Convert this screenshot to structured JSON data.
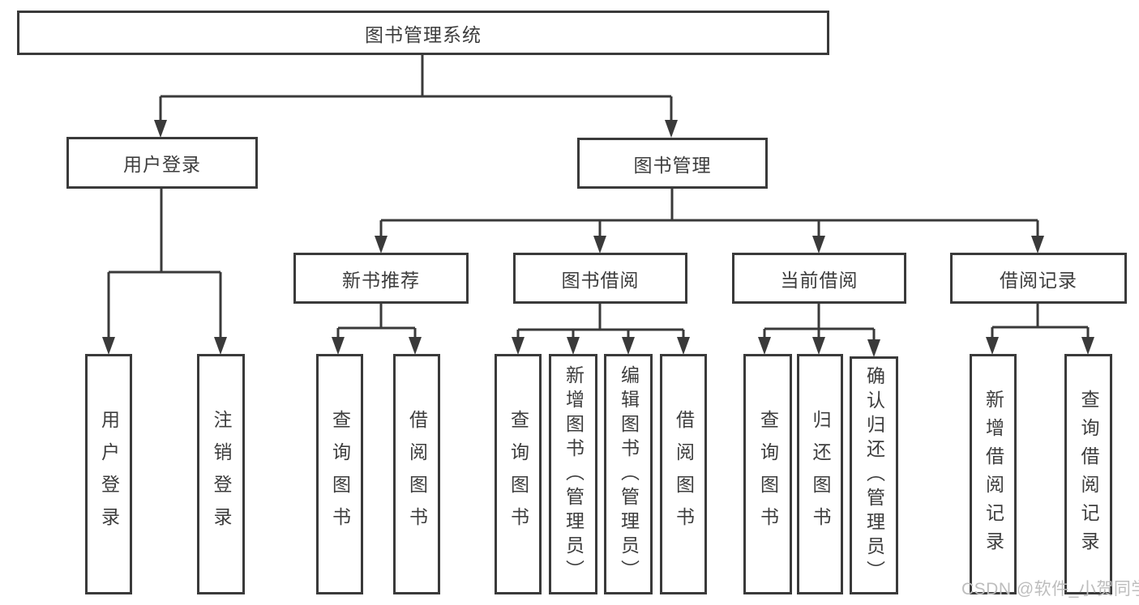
{
  "diagram": {
    "type": "hierarchy-tree",
    "nodes": {
      "root": "图书管理系统",
      "user_login_group": "用户登录",
      "book_mgmt_group": "图书管理",
      "new_book_rec": "新书推荐",
      "book_borrow": "图书借阅",
      "current_borrow": "当前借阅",
      "borrow_records": "借阅记录",
      "leaf_user_login": "用户登录",
      "leaf_logout": "注销登录",
      "leaf_query_book_1": "查询图书",
      "leaf_borrow_book_1": "借阅图书",
      "leaf_query_book_2": "查询图书",
      "leaf_add_book_admin": "新增图书（管理员）",
      "leaf_edit_book_admin": "编辑图书（管理员）",
      "leaf_borrow_book_2": "借阅图书",
      "leaf_query_book_3": "查询图书",
      "leaf_return_book": "归还图书",
      "leaf_confirm_return_admin": "确认归还（管理员）",
      "leaf_add_borrow_record": "新增借阅记录",
      "leaf_query_borrow_record": "查询借阅记录"
    },
    "edges": [
      [
        "图书管理系统",
        "用户登录"
      ],
      [
        "图书管理系统",
        "图书管理"
      ],
      [
        "用户登录",
        "用户登录"
      ],
      [
        "用户登录",
        "注销登录"
      ],
      [
        "图书管理",
        "新书推荐"
      ],
      [
        "图书管理",
        "图书借阅"
      ],
      [
        "图书管理",
        "当前借阅"
      ],
      [
        "图书管理",
        "借阅记录"
      ],
      [
        "新书推荐",
        "查询图书"
      ],
      [
        "新书推荐",
        "借阅图书"
      ],
      [
        "图书借阅",
        "查询图书"
      ],
      [
        "图书借阅",
        "新增图书（管理员）"
      ],
      [
        "图书借阅",
        "编辑图书（管理员）"
      ],
      [
        "图书借阅",
        "借阅图书"
      ],
      [
        "当前借阅",
        "查询图书"
      ],
      [
        "当前借阅",
        "归还图书"
      ],
      [
        "当前借阅",
        "确认归还（管理员）"
      ],
      [
        "借阅记录",
        "新增借阅记录"
      ],
      [
        "借阅记录",
        "查询借阅记录"
      ]
    ]
  },
  "watermark": {
    "text": "CSDN @软件_小贺同学"
  },
  "colors": {
    "line": "#3a3a3a",
    "text": "#3d3d3d",
    "watermark": "#bdbdbd",
    "background": "#ffffff"
  }
}
